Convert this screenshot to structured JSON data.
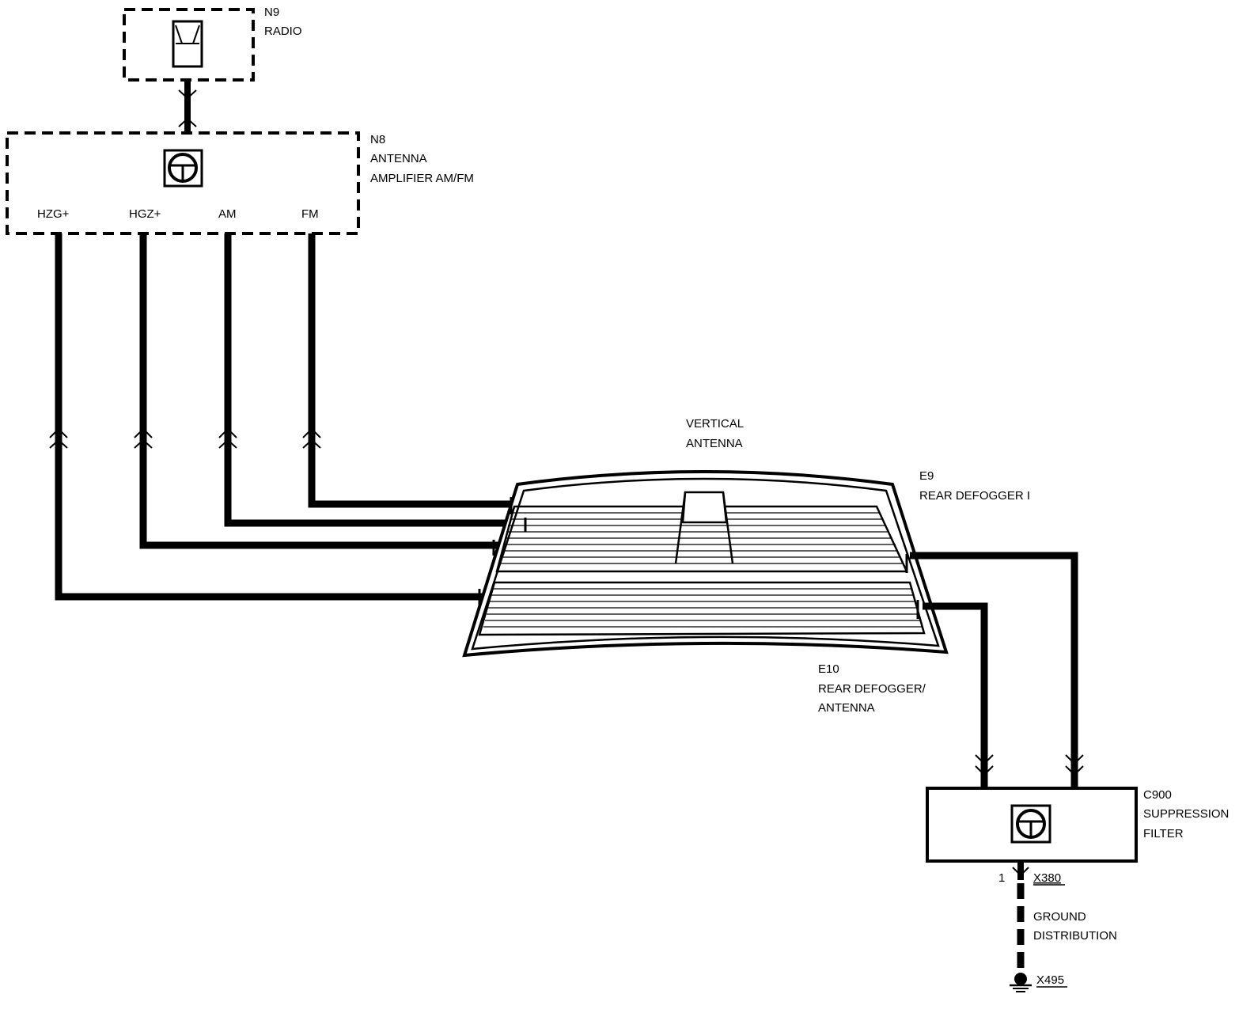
{
  "components": {
    "radio": {
      "ref": "N9",
      "name": "RADIO"
    },
    "amplifier": {
      "ref": "N8",
      "name_line1": "ANTENNA",
      "name_line2": "AMPLIFIER AM/FM"
    },
    "amp_pins": {
      "hzg": "HZG+",
      "hgz": "HGZ+",
      "am": "AM",
      "fm": "FM"
    },
    "vertical_antenna": {
      "line1": "VERTICAL",
      "line2": "ANTENNA"
    },
    "defogger_e9": {
      "ref": "E9",
      "name": "REAR DEFOGGER I"
    },
    "defogger_e10": {
      "ref": "E10",
      "line1": "REAR DEFOGGER/",
      "line2": "ANTENNA"
    },
    "filter": {
      "ref": "C900",
      "line1": "SUPPRESSION",
      "line2": "FILTER"
    },
    "ground": {
      "pin": "1",
      "connector": "X380",
      "line1": "GROUND",
      "line2": "DISTRIBUTION",
      "point": "X495"
    }
  },
  "colors": {
    "ink": "#000000",
    "paper": "#ffffff"
  },
  "icons": [
    "radio-icon",
    "amplifier-icon",
    "filter-icon",
    "ground-icon"
  ]
}
